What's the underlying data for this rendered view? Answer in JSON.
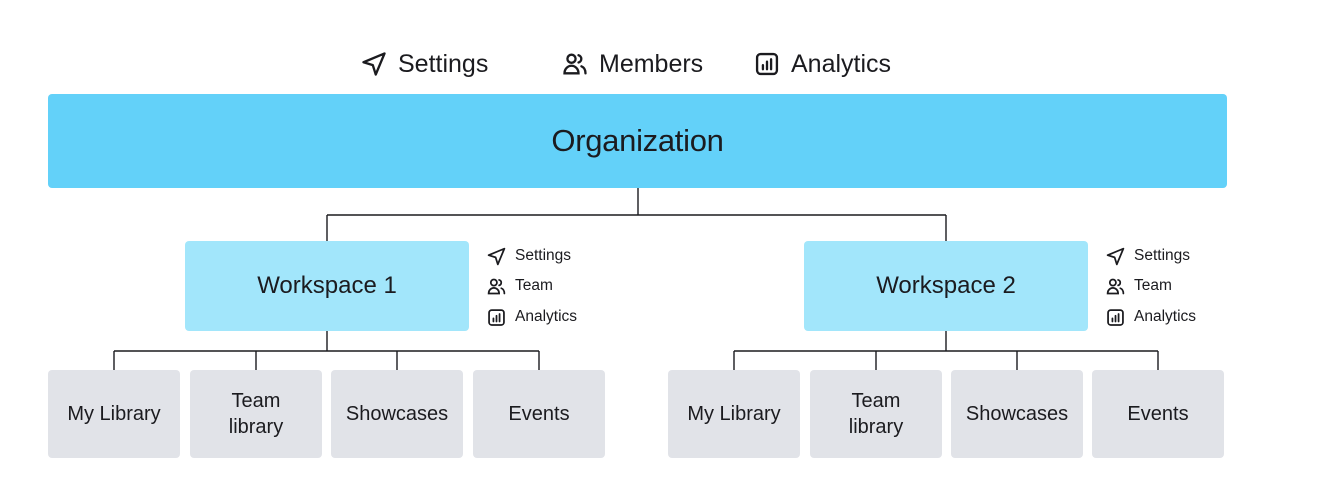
{
  "top_menu": {
    "settings": {
      "label": "Settings",
      "icon": "paper-plane-icon"
    },
    "members": {
      "label": "Members",
      "icon": "users-icon"
    },
    "analytics": {
      "label": "Analytics",
      "icon": "bar-chart-icon"
    }
  },
  "organization": {
    "label": "Organization"
  },
  "workspaces": [
    {
      "label": "Workspace 1",
      "menu": {
        "settings": "Settings",
        "team": "Team",
        "analytics": "Analytics"
      },
      "children": [
        "My Library",
        "Team library",
        "Showcases",
        "Events"
      ]
    },
    {
      "label": "Workspace 2",
      "menu": {
        "settings": "Settings",
        "team": "Team",
        "analytics": "Analytics"
      },
      "children": [
        "My Library",
        "Team library",
        "Showcases",
        "Events"
      ]
    }
  ],
  "colors": {
    "organization_fill": "#63d1f9",
    "workspace_fill": "#a2e6fb",
    "leaf_fill": "#e1e3e8",
    "connector": "#1b1b1f"
  }
}
